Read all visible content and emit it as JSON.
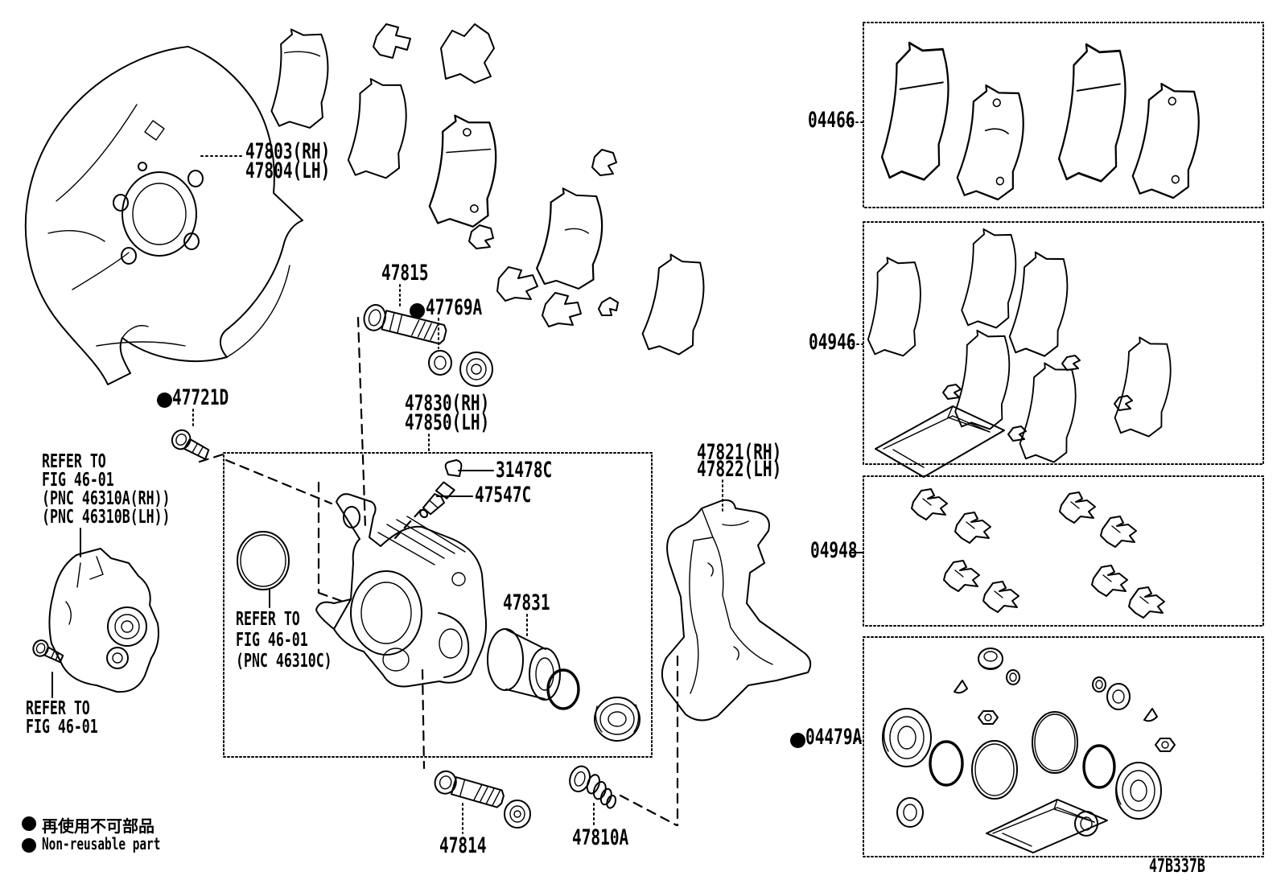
{
  "colors": {
    "ink": "#000000",
    "background": "#ffffff"
  },
  "icons": {
    "non_reusable": "filled-circle"
  },
  "figure_code": "47B337B",
  "legend": {
    "jp": "再使用不可部品",
    "en": "Non-reusable part"
  },
  "labels": {
    "dust_cover": {
      "line1": "47803(RH)",
      "line2": "47804(LH)"
    },
    "slide_bushing_bolt": "47815",
    "bushing": "47769A",
    "actuator_bolt": "47721D",
    "refer_actuator": {
      "line1": "REFER TO",
      "line2": "FIG 46-01",
      "line3": "(PNC 46310A(RH))",
      "line4": "(PNC 46310B(LH))"
    },
    "refer_motor_bolt": {
      "line1": "REFER TO",
      "line2": "FIG 46-01"
    },
    "caliper_assy": {
      "line1": "47830(RH)",
      "line2": "47850(LH)"
    },
    "bleeder_cap": "31478C",
    "bleeder_plug": "47547C",
    "refer_piston_seal": {
      "line1": "REFER TO",
      "line2": "FIG 46-01",
      "line3": "(PNC 46310C)"
    },
    "piston": "47831",
    "support_bracket": {
      "line1": "47821(RH)",
      "line2": "47822(LH)"
    },
    "kit_pads": "04466",
    "kit_shims": "04946",
    "kit_fittings": "04948",
    "kit_cylinder": "04479A",
    "slide_pin": "47814",
    "pin_bolt": "47810A"
  }
}
